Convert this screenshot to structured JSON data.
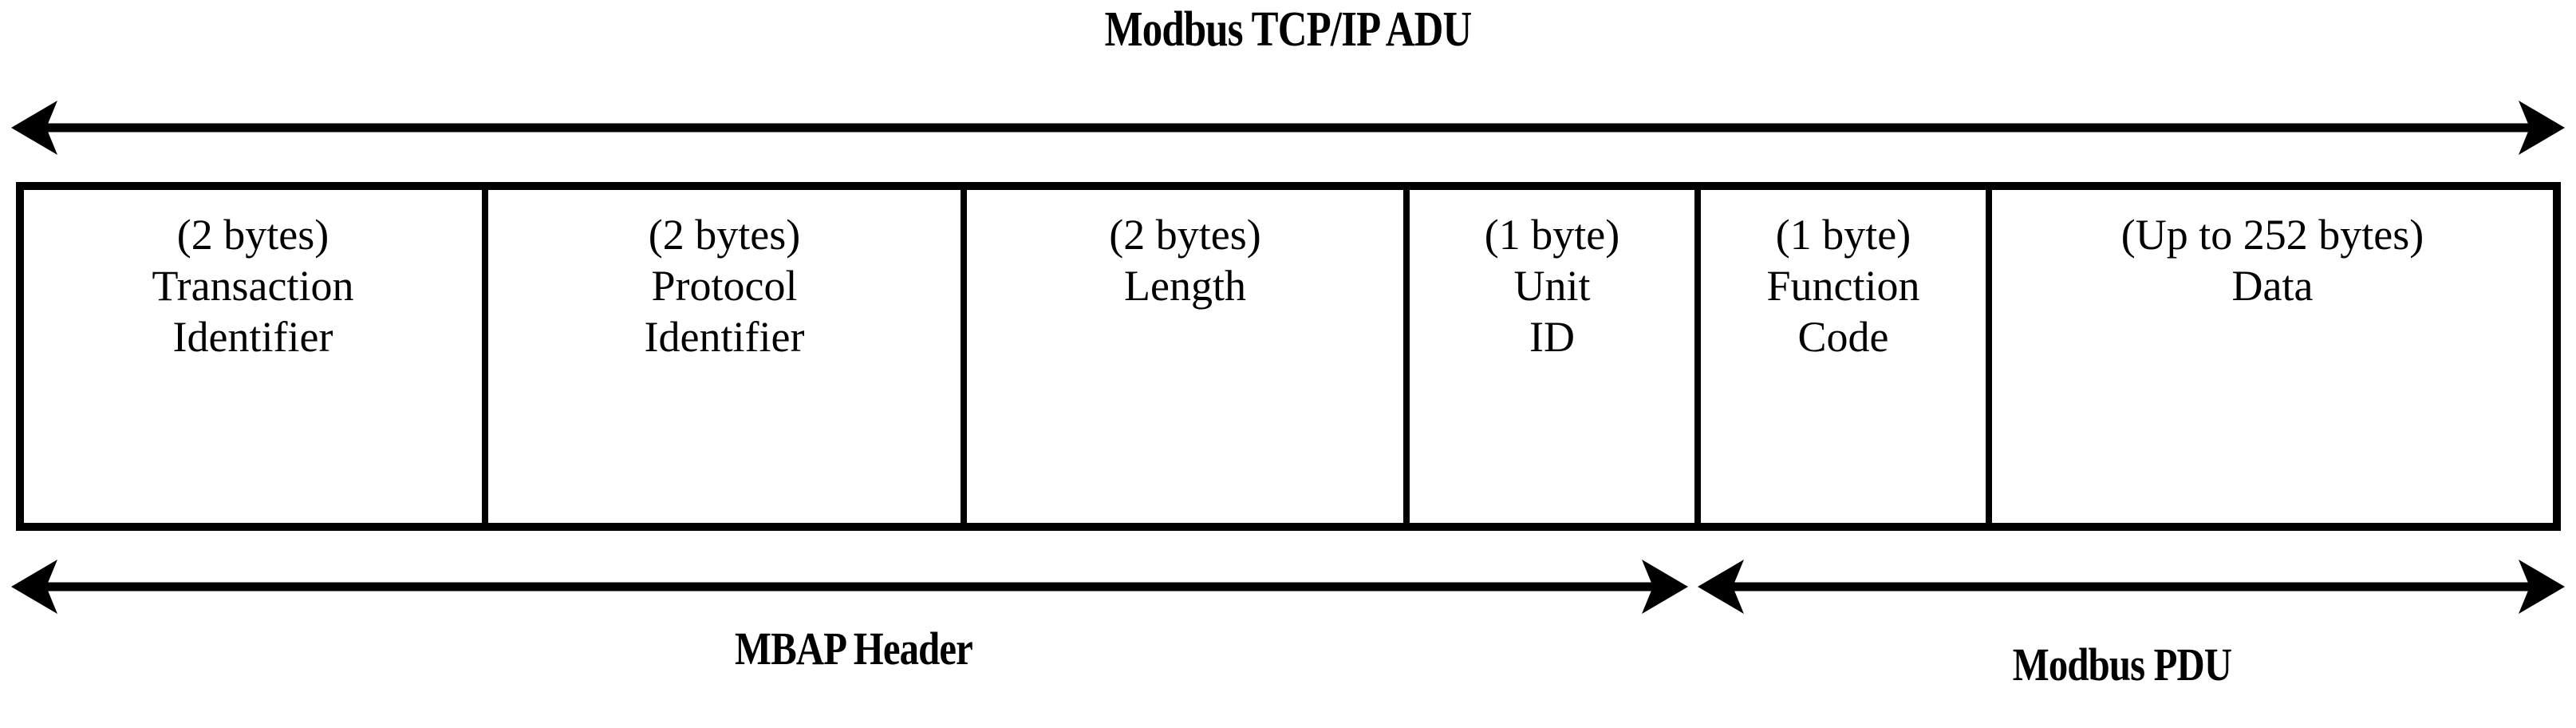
{
  "title": "Modbus TCP/IP ADU",
  "colors": {
    "stroke": "#000000",
    "background": "#ffffff"
  },
  "fields": [
    {
      "size": "(2 bytes)",
      "name_line1": "Transaction",
      "name_line2": "Identifier"
    },
    {
      "size": "(2 bytes)",
      "name_line1": "Protocol",
      "name_line2": "Identifier"
    },
    {
      "size": "(2 bytes)",
      "name_line1": "Length",
      "name_line2": ""
    },
    {
      "size": "(1 byte)",
      "name_line1": "Unit",
      "name_line2": "ID"
    },
    {
      "size": "(1 byte)",
      "name_line1": "Function",
      "name_line2": "Code"
    },
    {
      "size": "(Up to 252 bytes)",
      "name_line1": "Data",
      "name_line2": ""
    }
  ],
  "spans": {
    "top": {
      "label": "Modbus TCP/IP ADU",
      "covers": "all fields"
    },
    "bottom_left": {
      "label": "MBAP Header",
      "covers": "Transaction Identifier, Protocol Identifier, Length, Unit ID"
    },
    "bottom_right": {
      "label": "Modbus PDU",
      "covers": "Function Code, Data"
    }
  },
  "chart_data": {
    "type": "table",
    "title": "Modbus TCP/IP ADU",
    "categories": [
      "Transaction Identifier",
      "Protocol Identifier",
      "Length",
      "Unit ID",
      "Function Code",
      "Data"
    ],
    "values": [
      2,
      2,
      2,
      1,
      1,
      252
    ],
    "value_labels": [
      "(2 bytes)",
      "(2 bytes)",
      "(2 bytes)",
      "(1 byte)",
      "(1 byte)",
      "(Up to 252 bytes)"
    ],
    "xlabel": "",
    "ylabel": "bytes",
    "annotations": [
      {
        "text": "Modbus TCP/IP ADU",
        "position": "top",
        "span": [
          0,
          5
        ]
      },
      {
        "text": "MBAP Header",
        "position": "bottom",
        "span": [
          0,
          3
        ]
      },
      {
        "text": "Modbus PDU",
        "position": "bottom",
        "span": [
          4,
          5
        ]
      }
    ]
  }
}
